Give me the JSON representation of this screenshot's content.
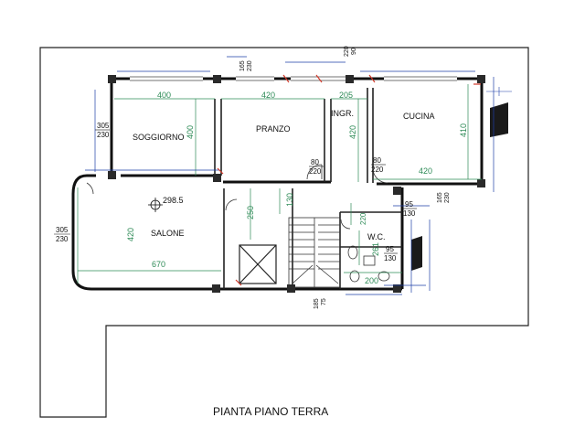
{
  "title": "PIANTA  PIANO TERRA",
  "rooms": {
    "soggiorno": "SOGGIORNO",
    "pranzo": "PRANZO",
    "ingr": "INGR.",
    "cucina": "CUCINA",
    "salone": "SALONE",
    "wc": "W.C."
  },
  "level_mark": "298.5",
  "dims_green": {
    "d400_top": "400",
    "d420_top": "420",
    "d205": "205",
    "d420_cucina": "420",
    "d400_vert": "400",
    "d420_ingr": "420",
    "d410": "410",
    "d420_salone": "420",
    "d670": "670",
    "d250": "250",
    "d130": "130",
    "d261": "261",
    "d200": "200",
    "d220_wc": "220"
  },
  "dims_black": {
    "d305a": "305",
    "d230a": "230",
    "d305b": "305",
    "d230b": "230",
    "d165a": "165",
    "d230c": "230",
    "d90": "90",
    "d220top": "220",
    "d80a": "80",
    "d220a": "220",
    "d80b": "80",
    "d220b": "220",
    "d95a": "95",
    "d130a": "130",
    "d165b": "165",
    "d230d": "230",
    "d95b": "95",
    "d130b": "130",
    "d185": "185",
    "d75": "75"
  },
  "colors": {
    "wall": "#111111",
    "dimension_green": "#2e8b57",
    "dimension_blue": "#1e3fa8",
    "accent_red": "#d23a2a",
    "site_boundary": "#222222"
  }
}
